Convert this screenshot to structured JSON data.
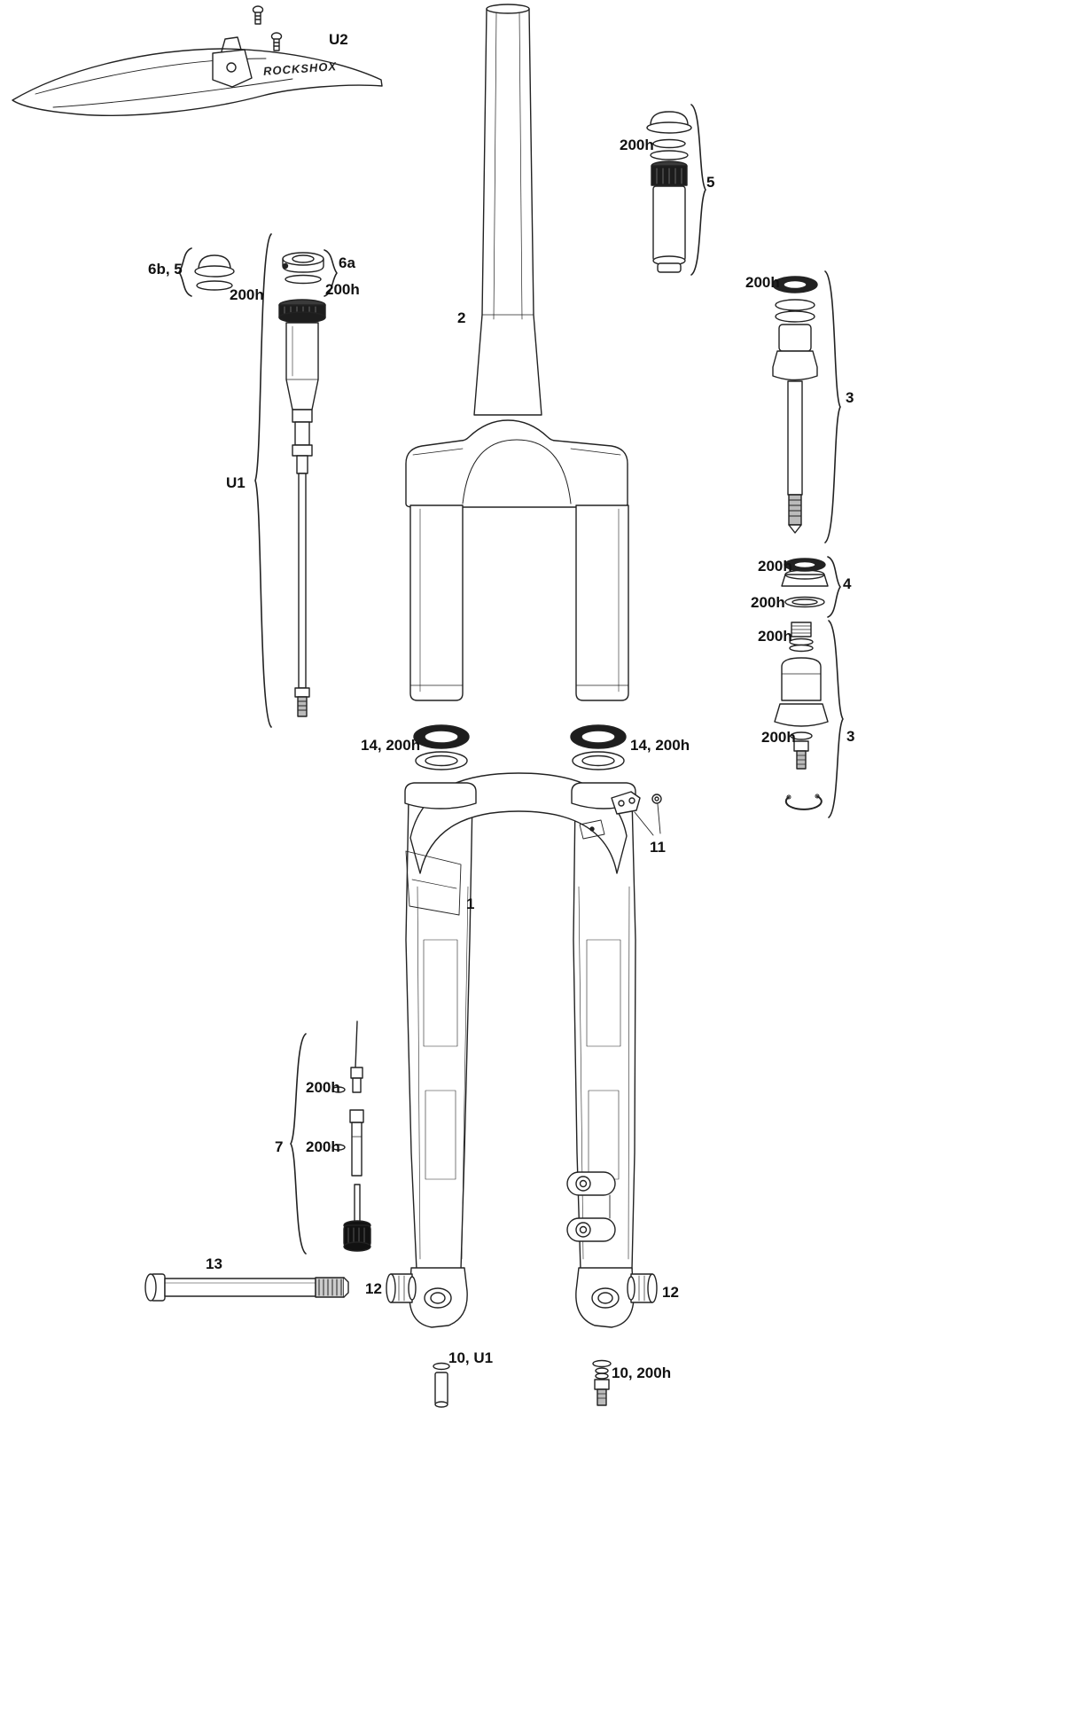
{
  "diagram": {
    "ink_color": "#222222",
    "fender_logo": "ROCKSHOX",
    "labels": {
      "u2": "U2",
      "cap_6b5": "6b, 5",
      "cap_6b5_200h": "200h",
      "cap_6a": "6a",
      "cap_6a_200h": "200h",
      "damper5_200h": "200h",
      "damper5": "5",
      "steerer": "2",
      "shaft3_200h": "200h",
      "shaft3": "3",
      "u1": "U1",
      "seal4_200h_top": "200h",
      "seal4": "4",
      "seal4_200h_bottom": "200h",
      "parts3b_200h_top": "200h",
      "parts3b_200h_bottom": "200h",
      "parts3b": "3",
      "dustseal_left": "14, 200h",
      "dustseal_right": "14, 200h",
      "mount11": "11",
      "lowers1": "1",
      "rebound7_200h_top": "200h",
      "rebound7": "7",
      "rebound7_200h_bottom": "200h",
      "axle13": "13",
      "bolt12_left": "12",
      "bolt12_right": "12",
      "screw10_u1": "10, U1",
      "screw10_200h": "10, 200h"
    }
  }
}
